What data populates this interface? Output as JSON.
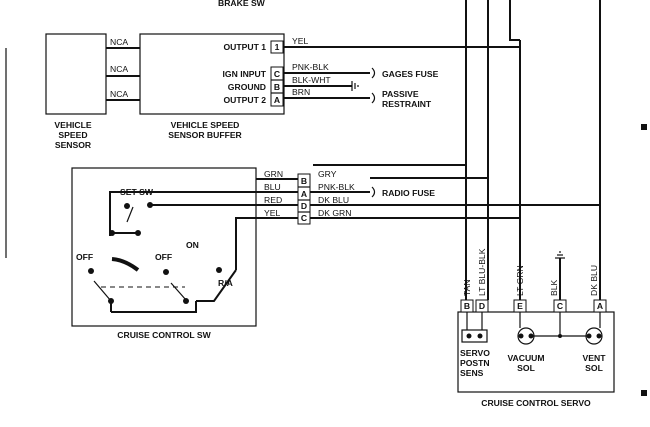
{
  "header": {
    "brake_sw": "BRAKE SW"
  },
  "vss": {
    "title": [
      "VEHICLE",
      "SPEED",
      "SENSOR"
    ],
    "pin_labels": [
      "NCA",
      "NCA",
      "NCA"
    ]
  },
  "buffer": {
    "title": [
      "VEHICLE SPEED",
      "SENSOR BUFFER"
    ],
    "output1": "OUTPUT 1",
    "ign_input": "IGN INPUT",
    "ground": "GROUND",
    "output2": "OUTPUT 2",
    "pins": [
      "C",
      "B",
      "A"
    ],
    "pin_top": "1",
    "wires": {
      "yel": "YEL",
      "pnk_blk": "PNK-BLK",
      "blk_wht": "BLK-WHT",
      "brn": "BRN"
    },
    "gages_fuse": "GAGES FUSE",
    "passive_restraint": [
      "PASSIVE",
      "RESTRAINT"
    ]
  },
  "cruise_sw": {
    "title": "CRUISE CONTROL SW",
    "set_sw": "SET SW",
    "on": "ON",
    "off_left": "OFF",
    "off_right": "OFF",
    "ra": "R/A",
    "connector_pins": [
      "B",
      "A",
      "D",
      "C"
    ],
    "inner_wires": [
      "GRN",
      "BLU",
      "RED",
      "YEL"
    ],
    "outer_wires": [
      "GRY",
      "PNK-BLK",
      "DK BLU",
      "DK GRN"
    ],
    "radio_fuse": "RADIO FUSE"
  },
  "servo": {
    "title": "CRUISE CONTROL SERVO",
    "pins": [
      "B",
      "D",
      "E",
      "C",
      "A"
    ],
    "wires": [
      "TAN",
      "LT BLU-BLK",
      "LT GRN",
      "BLK",
      "DK BLU"
    ],
    "servo_postn": [
      "SERVO",
      "POSTN",
      "SENS"
    ],
    "vacuum_sol": [
      "VACUUM",
      "SOL"
    ],
    "vent_sol": [
      "VENT",
      "SOL"
    ]
  }
}
